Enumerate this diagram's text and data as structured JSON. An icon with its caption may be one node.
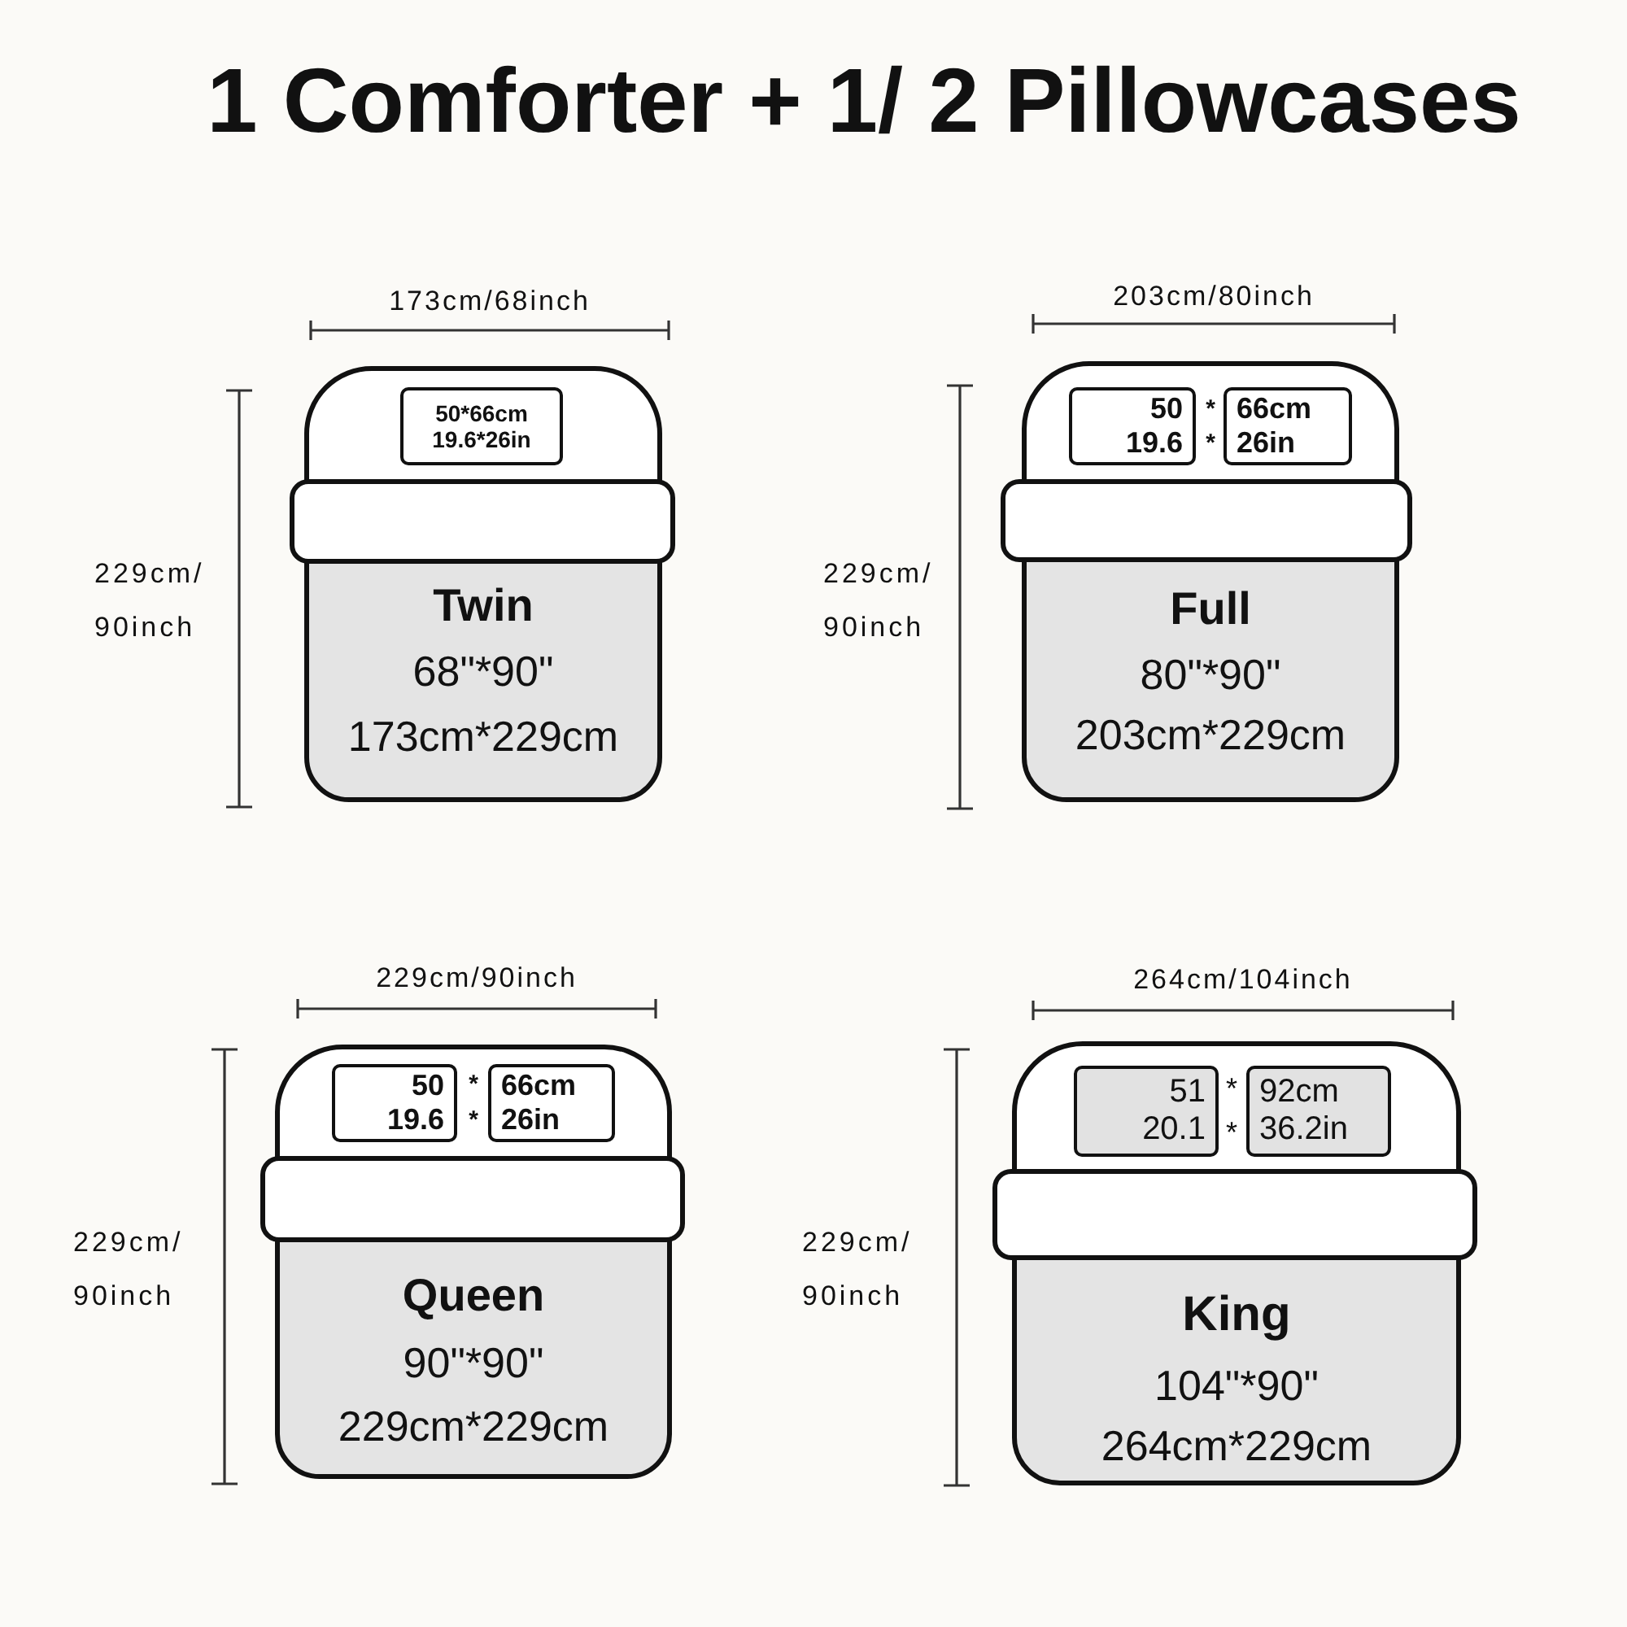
{
  "diagram": {
    "title": "1 Comforter + 1/ 2 Pillowcases",
    "nodes": [
      {
        "text": [
          "Twin",
          "68\"*90\"",
          "173cm*229cm"
        ]
      },
      {
        "text": [
          "50*66cm",
          "19.6*26in"
        ],
        "in": 0
      },
      {
        "text": [
          "*",
          "*",
          "Full",
          "80\"*90\"",
          "203cm*229cm"
        ]
      },
      {
        "text": [
          "50",
          "19.6"
        ],
        "in": 2
      },
      {
        "text": [
          "66cm",
          "26in"
        ],
        "in": 2
      },
      {
        "text": [
          "*",
          "*",
          "Queen",
          "90\"*90\"",
          "229cm*229cm"
        ]
      },
      {
        "text": [
          "50",
          "19.6"
        ],
        "in": 5
      },
      {
        "text": [
          "66cm",
          "26in"
        ],
        "in": 5
      },
      {
        "text": [
          "*",
          "*",
          "King",
          "104\"*90\"",
          "264cm*229cm"
        ]
      },
      {
        "text": [
          "51",
          "20.1"
        ],
        "in": 8
      },
      {
        "text": [
          "92cm",
          "36.2in"
        ],
        "in": 8
      }
    ],
    "labels": [
      "173cm/68inch",
      "229cm/ 90inch",
      "203cm/80inch",
      "229cm/ 90inch",
      "229cm/90inch",
      "229cm/ 90inch",
      "264cm/104inch",
      "229cm/ 90inch"
    ]
  }
}
